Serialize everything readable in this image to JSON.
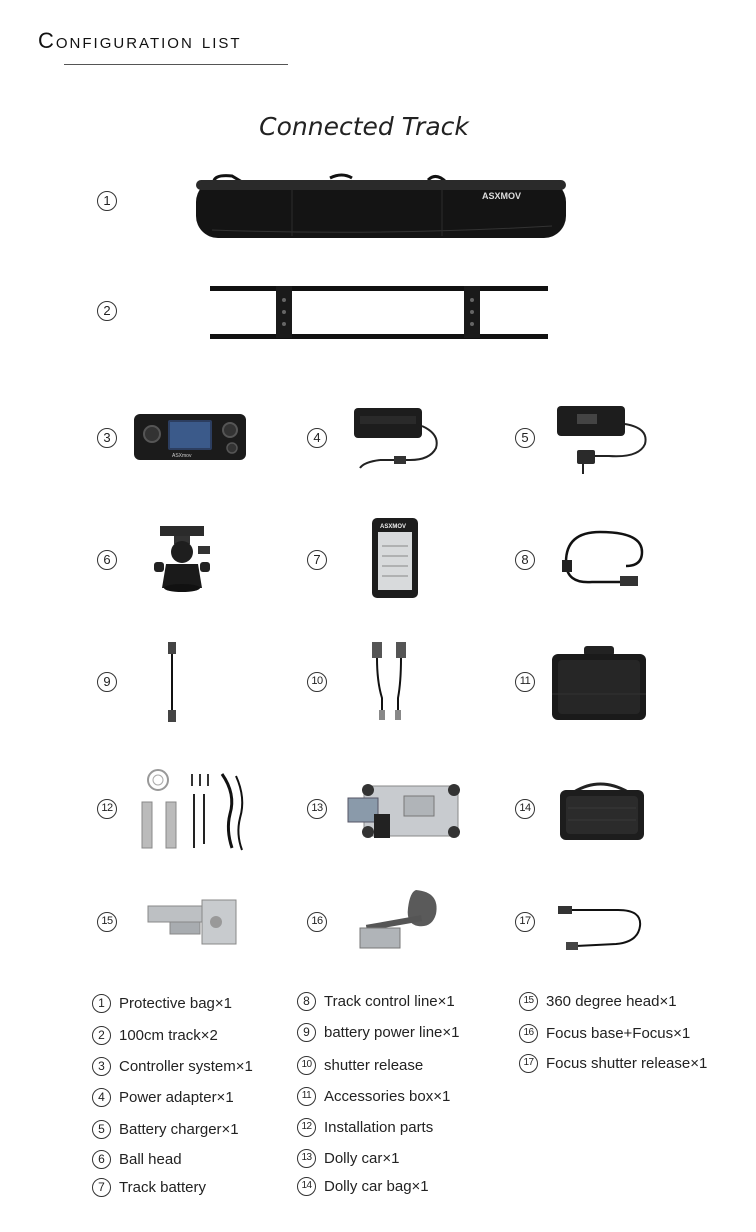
{
  "header": {
    "title": "Configuration list"
  },
  "section": {
    "title": "Connected Track"
  },
  "markers": [
    "1",
    "2",
    "3",
    "4",
    "5",
    "6",
    "7",
    "8",
    "9",
    "10",
    "11",
    "12",
    "13",
    "14",
    "15",
    "16",
    "17"
  ],
  "brand": {
    "bag": "ASXMOV",
    "controller": "ASXmov",
    "battery": "ASXMOV"
  },
  "list": {
    "col1": [
      {
        "n": "1",
        "text": "Protective bag×1"
      },
      {
        "n": "2",
        "text": "100cm track×2"
      },
      {
        "n": "3",
        "text": "Controller system×1"
      },
      {
        "n": "4",
        "text": "Power adapter×1"
      },
      {
        "n": "5",
        "text": "Battery charger×1"
      },
      {
        "n": "6",
        "text": "Ball head"
      },
      {
        "n": "7",
        "text": "Track battery"
      }
    ],
    "col2": [
      {
        "n": "8",
        "text": "Track control line×1"
      },
      {
        "n": "9",
        "text": "battery power line×1"
      },
      {
        "n": "10",
        "text": "shutter release"
      },
      {
        "n": "11",
        "text": "Accessories box×1"
      },
      {
        "n": "12",
        "text": "Installation parts"
      },
      {
        "n": "13",
        "text": "Dolly car×1"
      },
      {
        "n": "14",
        "text": "Dolly car bag×1"
      }
    ],
    "col3": [
      {
        "n": "15",
        "text": "360 degree head×1"
      },
      {
        "n": "16",
        "text": "Focus base+Focus×1"
      },
      {
        "n": "17",
        "text": "Focus shutter release×1"
      }
    ]
  }
}
